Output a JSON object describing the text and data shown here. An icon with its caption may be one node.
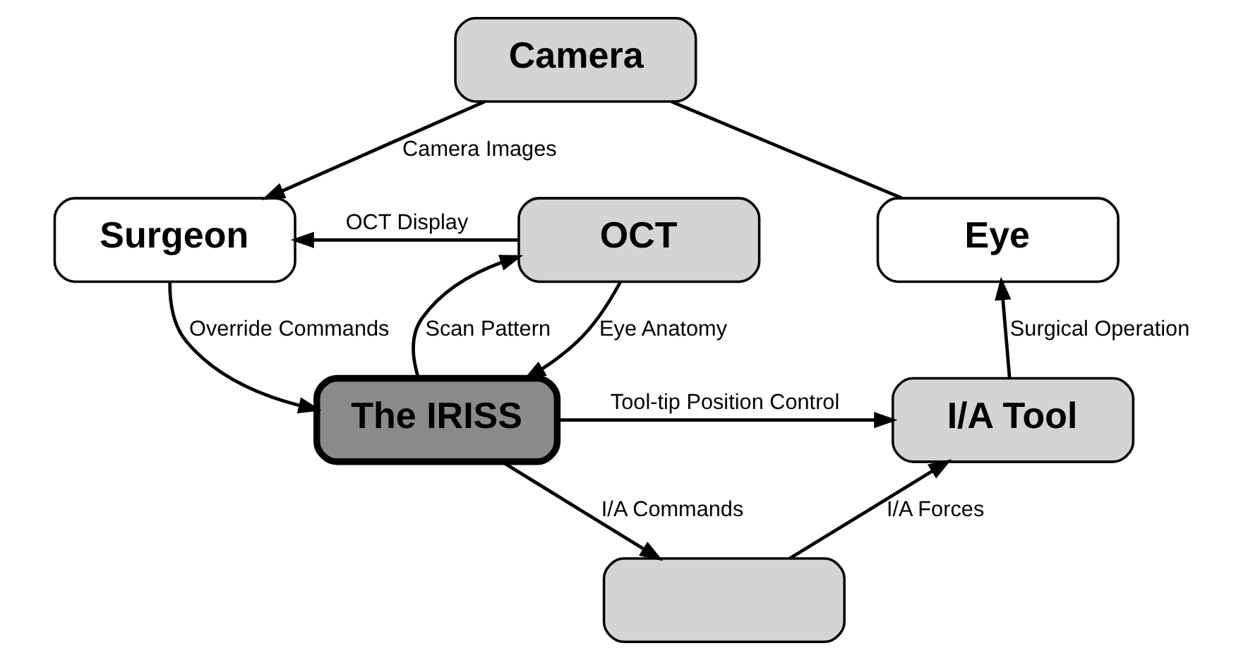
{
  "diagram": {
    "nodes": [
      {
        "text": [
          "Camera"
        ]
      },
      {
        "text": [
          "Surgeon"
        ]
      },
      {
        "text": [
          "OCT"
        ]
      },
      {
        "text": [
          "Eye"
        ]
      },
      {
        "text": [
          "The IRISS"
        ]
      },
      {
        "text": [
          "I/A Tool"
        ]
      },
      {
        "text": [],
        "shape": "box"
      }
    ],
    "edges": [
      {
        "from": 3,
        "to": 0,
        "arrow": "none"
      },
      {
        "from": 0,
        "to": 1,
        "arrow": "to",
        "label": "Camera Images"
      },
      {
        "from": 2,
        "to": 1,
        "arrow": "to",
        "label": "OCT Display"
      },
      {
        "from": 2,
        "to": 4,
        "arrow": "to",
        "label": "Eye Anatomy"
      },
      {
        "from": 4,
        "to": 2,
        "arrow": "to",
        "label": "Scan Pattern"
      },
      {
        "from": 1,
        "to": 4,
        "arrow": "to",
        "label": "Override Commands"
      },
      {
        "from": 4,
        "to": 5,
        "arrow": "to",
        "label": "Tool-tip Position Control"
      },
      {
        "from": 4,
        "to": 6,
        "arrow": "to",
        "label": "I/A Commands"
      },
      {
        "from": 6,
        "to": 5,
        "arrow": "to",
        "label": "I/A Forces"
      },
      {
        "from": 5,
        "to": 3,
        "arrow": "to",
        "label": "Surgical Operation"
      }
    ]
  }
}
